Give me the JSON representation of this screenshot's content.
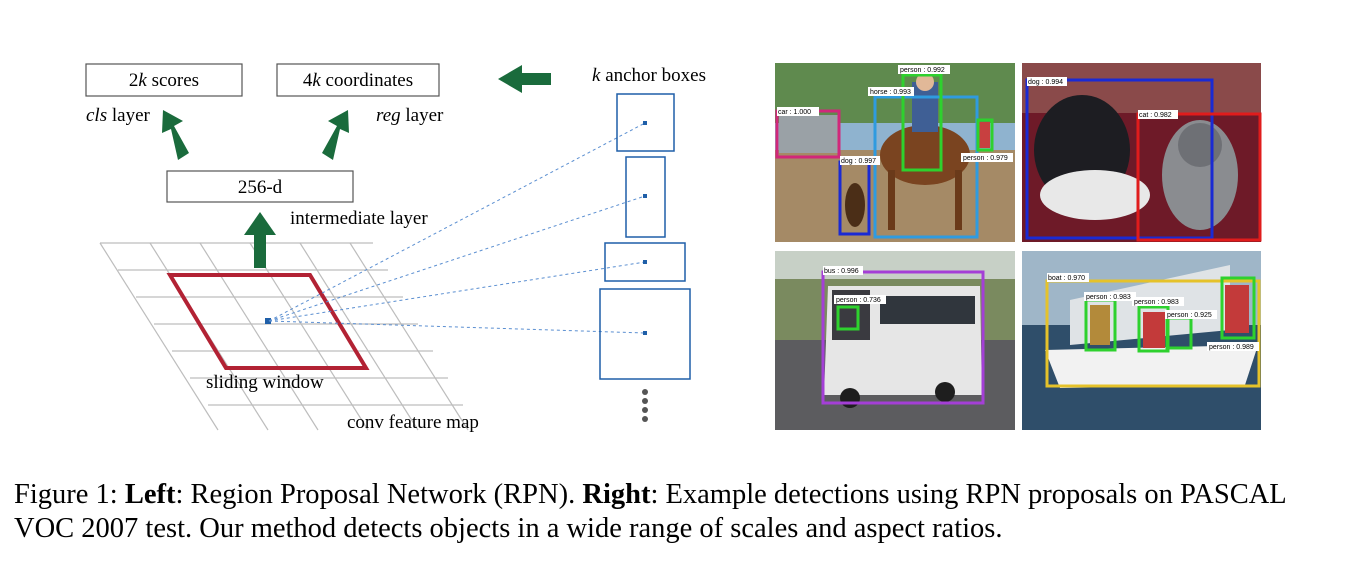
{
  "rpn_diagram": {
    "scores_prefix": "2",
    "scores_k": "k",
    "scores_suffix": " scores",
    "coords_prefix": "4",
    "coords_k": "k",
    "coords_suffix": " coordinates",
    "cls_italic": "cls",
    "cls_rest": " layer",
    "reg_italic": "reg",
    "reg_rest": " layer",
    "intermediate_box": "256-d",
    "intermediate_label": "intermediate layer",
    "sliding_window_label": "sliding window",
    "feature_map_label": "conv feature map",
    "anchor_k": "k",
    "anchor_rest": " anchor boxes",
    "arrow_color": "#1a6b3c",
    "window_color": "#b22234",
    "anchor_box_color": "#1f5fa8"
  },
  "detections": [
    {
      "scene": "horse-scene",
      "boxes": [
        {
          "label": "car : 1.000",
          "color": "#d1277a"
        },
        {
          "label": "horse : 0.993",
          "color": "#2f9be0"
        },
        {
          "label": "person : 0.992",
          "color": "#2ed12e"
        },
        {
          "label": "dog : 0.997",
          "color": "#1a2ad4"
        },
        {
          "label": "person : 0.979",
          "color": "#2ed12e"
        }
      ]
    },
    {
      "scene": "pets-scene",
      "boxes": [
        {
          "label": "dog : 0.994",
          "color": "#1a2ad4"
        },
        {
          "label": "cat : 0.982",
          "color": "#e01c1c"
        }
      ]
    },
    {
      "scene": "bus-scene",
      "boxes": [
        {
          "label": "bus : 0.996",
          "color": "#a43fd6"
        },
        {
          "label": "person : 0.736",
          "color": "#2ed12e"
        }
      ]
    },
    {
      "scene": "boat-scene",
      "boxes": [
        {
          "label": "boat : 0.970",
          "color": "#e5c22a"
        },
        {
          "label": "person : 0.983",
          "color": "#2ed12e"
        },
        {
          "label": "person : 0.983",
          "color": "#2ed12e"
        },
        {
          "label": "person : 0.925",
          "color": "#2ed12e"
        },
        {
          "label": "person : 0.989",
          "color": "#2ed12e"
        }
      ]
    }
  ],
  "caption": {
    "prefix": "Figure 1: ",
    "left_bold": "Left",
    "left_text": ": Region Proposal Network (RPN). ",
    "right_bold": "Right",
    "right_text": ": Example detections using RPN proposals on PASCAL VOC 2007 test. Our method detects objects in a wide range of scales and aspect ratios."
  }
}
